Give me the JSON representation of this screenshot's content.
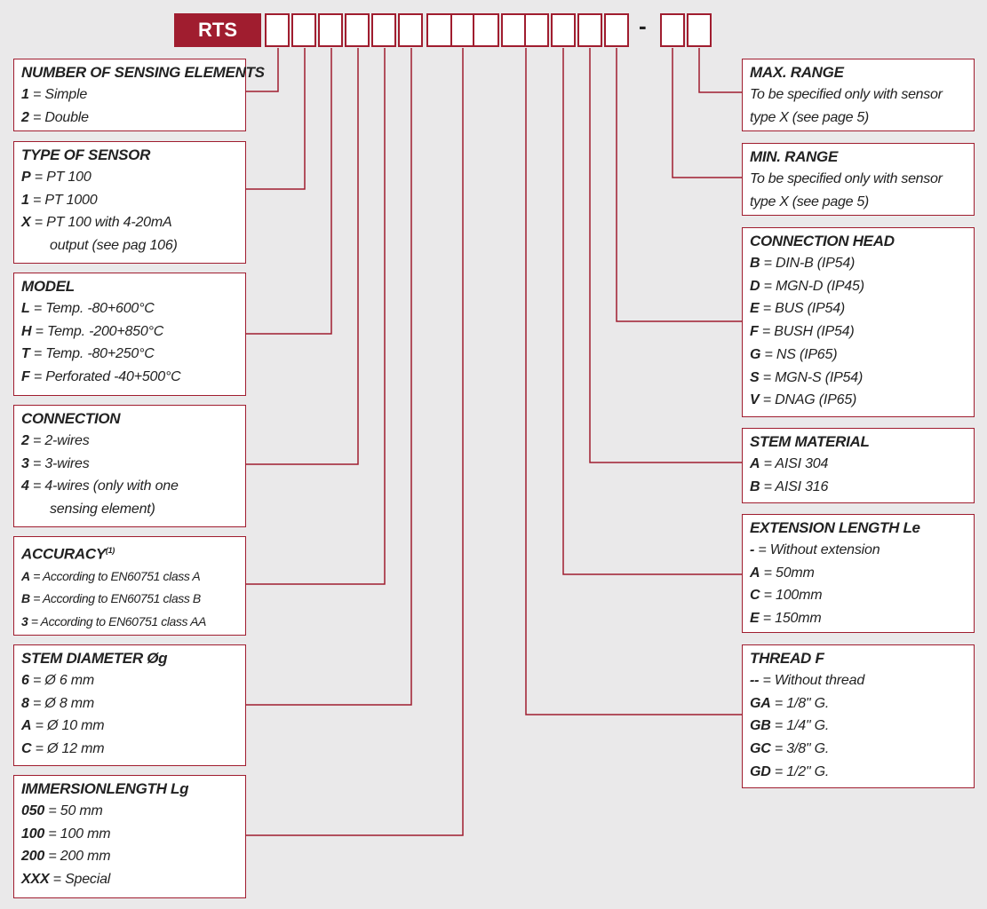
{
  "code": {
    "prefix": "RTS",
    "dash": "-"
  },
  "left_boxes": [
    {
      "title": "NUMBER OF SENSING ELEMENTS",
      "options": [
        {
          "code": "1",
          "text": "Simple"
        },
        {
          "code": "2",
          "text": "Double"
        }
      ]
    },
    {
      "title": "TYPE OF SENSOR",
      "options": [
        {
          "code": "P",
          "text": "PT 100"
        },
        {
          "code": "1",
          "text": "PT 1000"
        },
        {
          "code": "X",
          "text": "PT 100 with 4-20mA",
          "cont": "output (see pag 106)"
        }
      ]
    },
    {
      "title": "MODEL",
      "options": [
        {
          "code": "L",
          "text": "Temp. -80+600°C"
        },
        {
          "code": "H",
          "text": "Temp. -200+850°C"
        },
        {
          "code": "T",
          "text": "Temp. -80+250°C"
        },
        {
          "code": "F",
          "text": "Perforated -40+500°C"
        }
      ]
    },
    {
      "title": "CONNECTION",
      "options": [
        {
          "code": "2",
          "text": "2-wires"
        },
        {
          "code": "3",
          "text": "3-wires"
        },
        {
          "code": "4",
          "text": "4-wires (only with one",
          "cont": "sensing element)"
        }
      ]
    },
    {
      "title": "ACCURACY",
      "title_sup": "(1)",
      "options": [
        {
          "code": "A",
          "text": "According to EN60751 class A"
        },
        {
          "code": "B",
          "text": "According to EN60751 class B"
        },
        {
          "code": "3",
          "text": "According to EN60751 class AA"
        }
      ]
    },
    {
      "title": "STEM DIAMETER Øg",
      "options": [
        {
          "code": "6",
          "text": "Ø 6 mm"
        },
        {
          "code": "8",
          "text": "Ø 8 mm"
        },
        {
          "code": "A",
          "text": "Ø 10 mm"
        },
        {
          "code": "C",
          "text": "Ø 12 mm"
        }
      ]
    },
    {
      "title": "IMMERSIONLENGTH Lg",
      "options": [
        {
          "code": "050",
          "text": "50 mm"
        },
        {
          "code": "100",
          "text": "100 mm"
        },
        {
          "code": "200",
          "text": "200 mm"
        },
        {
          "code": "XXX",
          "text": "Special"
        }
      ]
    }
  ],
  "right_boxes": [
    {
      "title": "MAX. RANGE",
      "note": [
        "To be specified only with sensor",
        "type X (see page 5)"
      ]
    },
    {
      "title": "MIN. RANGE",
      "note": [
        "To be specified only with sensor",
        "type X (see page 5)"
      ]
    },
    {
      "title": "CONNECTION HEAD",
      "options": [
        {
          "code": "B",
          "text": "DIN-B (IP54)"
        },
        {
          "code": "D",
          "text": "MGN-D (IP45)"
        },
        {
          "code": "E",
          "text": "BUS (IP54)"
        },
        {
          "code": "F",
          "text": "BUSH (IP54)"
        },
        {
          "code": "G",
          "text": "NS (IP65)"
        },
        {
          "code": "S",
          "text": "MGN-S (IP54)"
        },
        {
          "code": "V",
          "text": "DNAG (IP65)"
        }
      ]
    },
    {
      "title": "STEM MATERIAL",
      "options": [
        {
          "code": "A",
          "text": "AISI 304"
        },
        {
          "code": "B",
          "text": "AISI 316"
        }
      ]
    },
    {
      "title": "EXTENSION LENGTH Le",
      "options": [
        {
          "code": "-",
          "text": "Without extension"
        },
        {
          "code": "A",
          "text": "50mm"
        },
        {
          "code": "C",
          "text": "100mm"
        },
        {
          "code": "E",
          "text": "150mm"
        }
      ]
    },
    {
      "title": "THREAD F",
      "options": [
        {
          "code": "--",
          "text": "Without thread"
        },
        {
          "code": "GA",
          "text": "1/8\" G."
        },
        {
          "code": "GB",
          "text": "1/4\" G."
        },
        {
          "code": "GC",
          "text": "3/8\" G."
        },
        {
          "code": "GD",
          "text": "1/2\" G."
        }
      ]
    }
  ],
  "colors": {
    "accent": "#a01d2f",
    "background": "#eae9ea",
    "box_fill": "#ffffff",
    "text": "#222222"
  }
}
